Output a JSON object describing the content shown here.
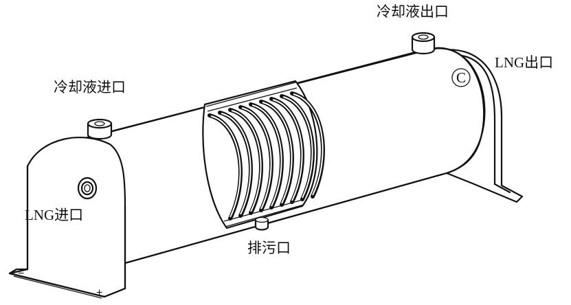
{
  "labels": {
    "coolant_inlet": "冷却液进口",
    "coolant_outlet": "冷却液出口",
    "lng_inlet": "LNG进口",
    "lng_outlet": "LNG出口",
    "drain": "排污口",
    "badge": "C",
    "minus": "−",
    "plus": "+"
  }
}
